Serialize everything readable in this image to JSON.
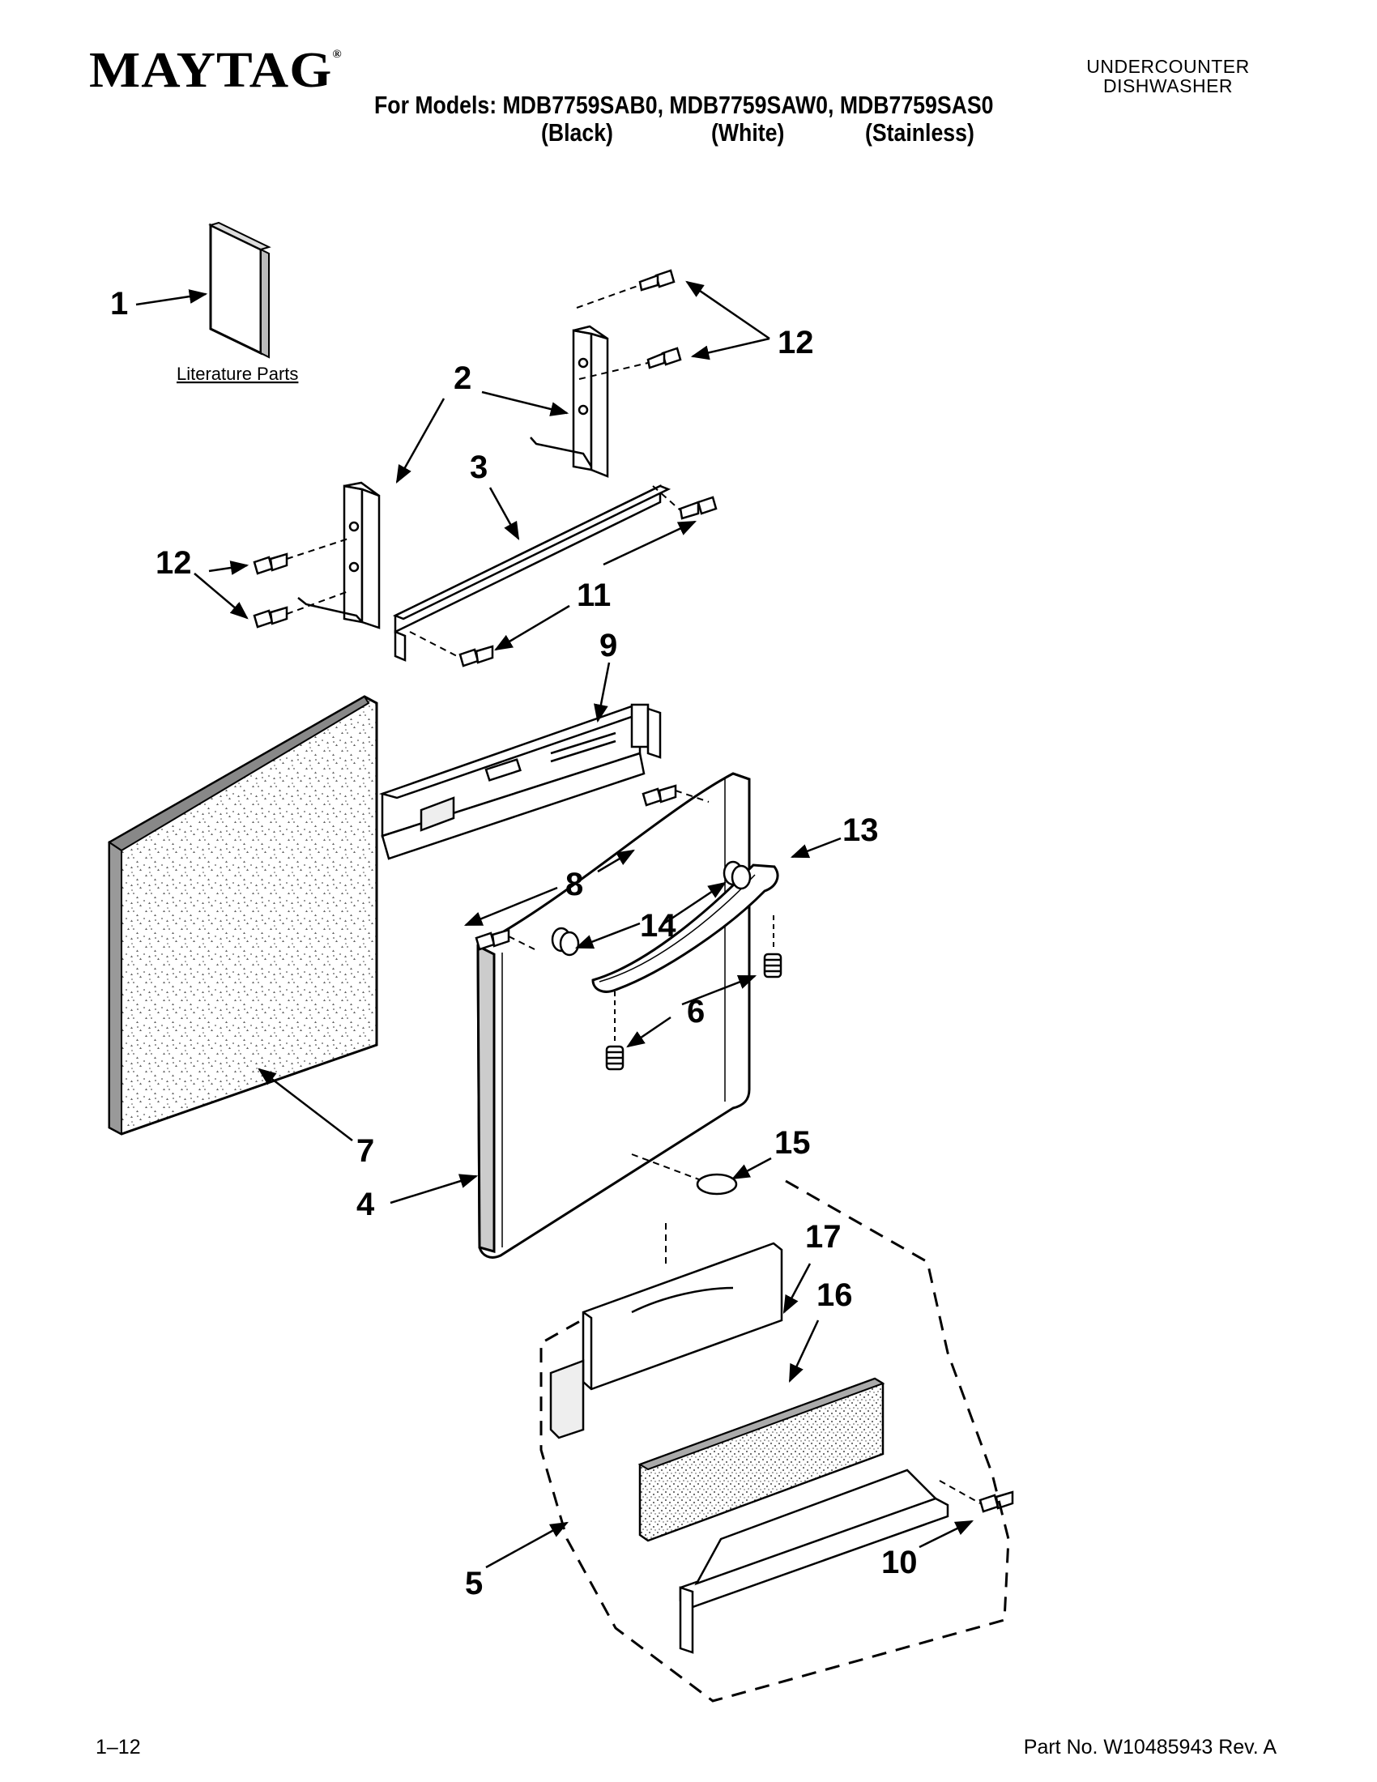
{
  "header": {
    "brand": "MAYTAG",
    "brand_mark": "®",
    "models_line": "For Models: MDB7759SAB0, MDB7759SAW0, MDB7759SAS0",
    "finishes": [
      "(Black)",
      "(White)",
      "(Stainless)"
    ],
    "product_type_line1": "UNDERCOUNTER",
    "product_type_line2": "DISHWASHER"
  },
  "diagram": {
    "literature_label": "Literature Parts",
    "callouts": {
      "p1": "1",
      "p2": "2",
      "p3": "3",
      "p4": "4",
      "p5": "5",
      "p6": "6",
      "p7": "7",
      "p8": "8",
      "p9": "9",
      "p10": "10",
      "p11": "11",
      "p12a": "12",
      "p12b": "12",
      "p13": "13",
      "p14": "14",
      "p15": "15",
      "p16": "16",
      "p17": "17"
    }
  },
  "footer": {
    "page": "1–12",
    "part_no": "Part No. W10485943 Rev. A"
  }
}
